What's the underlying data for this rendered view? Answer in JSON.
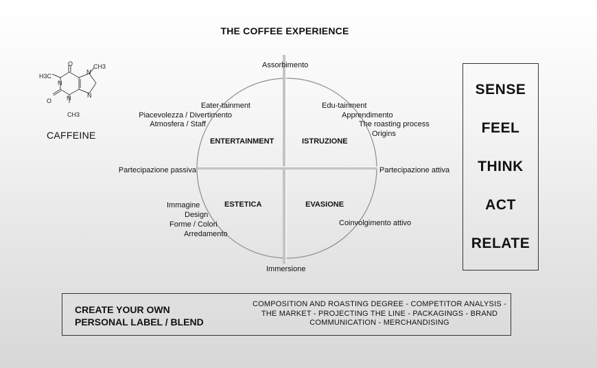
{
  "title": "THE COFFEE EXPERIENCE",
  "molecule": {
    "label": "CAFFEINE",
    "atoms": [
      "O",
      "O",
      "N",
      "N",
      "N",
      "N",
      "H3C",
      "CH3",
      "CH3"
    ]
  },
  "axes": {
    "top": "Assorbimento",
    "bottom": "Immersione",
    "left": "Partecipazione passiva",
    "right": "Partecipazione attiva"
  },
  "quadrants": {
    "top_left": "ENTERTAINMENT",
    "top_right": "ISTRUZIONE",
    "bottom_left": "ESTETICA",
    "bottom_right": "EVASIONE"
  },
  "notes": {
    "entertainment": [
      "Eater-tainment",
      "Piacevolezza / Divertimento",
      "Atmosfera / Staff"
    ],
    "istruzione": [
      "Edu-tainment",
      "Apprendimento",
      "The roasting process",
      "Origins"
    ],
    "estetica": [
      "Immagine",
      "Design",
      "Forme / Colori",
      "Arredamento"
    ],
    "evasione": [
      "Coinvolgimento attivo"
    ]
  },
  "experiences": [
    "SENSE",
    "FEEL",
    "THINK",
    "ACT",
    "RELATE"
  ],
  "bottom": {
    "heading_line1": "CREATE YOUR OWN",
    "heading_line2": "PERSONAL LABEL / BLEND",
    "services": "COMPOSITION AND ROASTING DEGREE - COMPETITOR ANALYSIS - THE MARKET - PROJECTING THE LINE - PACKAGINGS - BRAND COMMUNICATION - MERCHANDISING"
  },
  "colors": {
    "circle": "#8c8c8c",
    "axis": "#c4c4c4",
    "border": "#333333"
  }
}
